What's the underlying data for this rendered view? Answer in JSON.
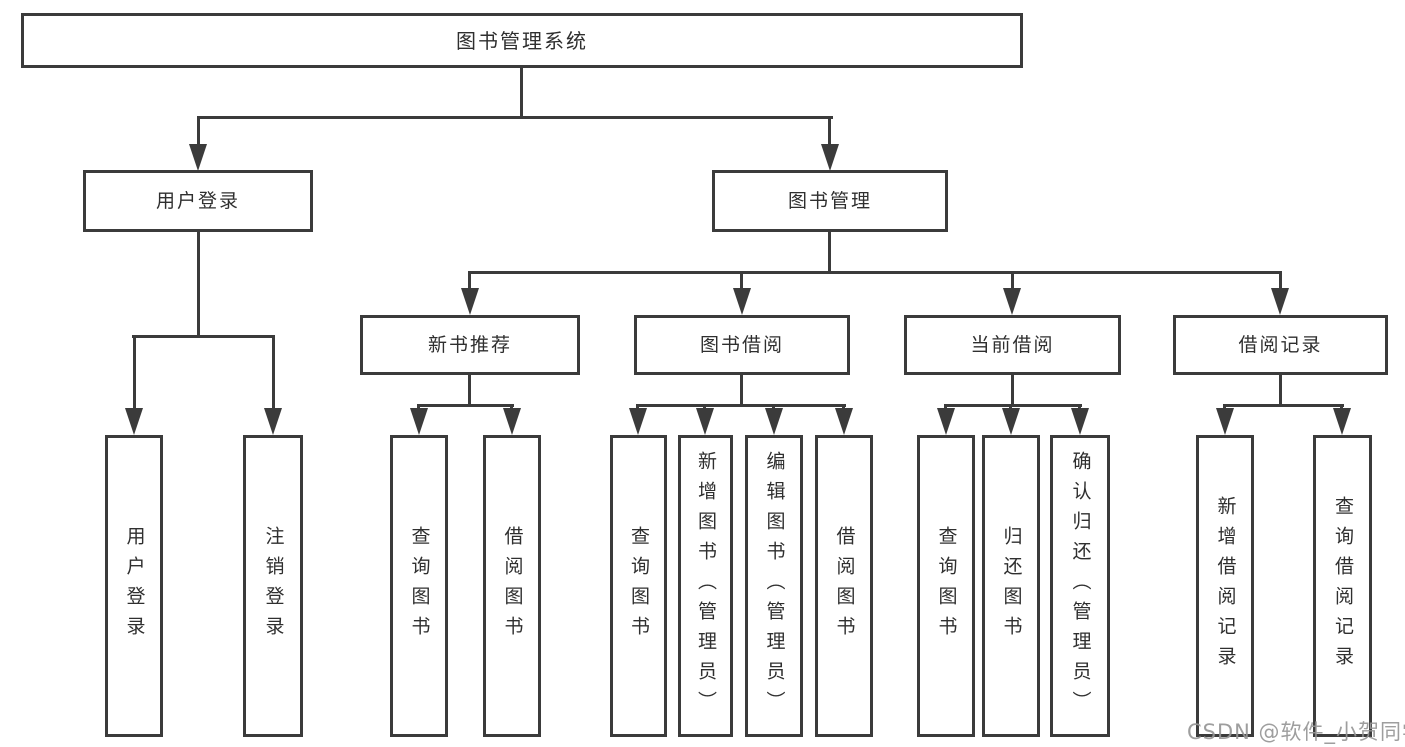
{
  "diagram": {
    "type": "hierarchy-tree",
    "root": {
      "label": "图书管理系统"
    },
    "level2": [
      {
        "label": "用户登录"
      },
      {
        "label": "图书管理"
      }
    ],
    "level3": [
      {
        "label": "新书推荐",
        "parent": "图书管理"
      },
      {
        "label": "图书借阅",
        "parent": "图书管理"
      },
      {
        "label": "当前借阅",
        "parent": "图书管理"
      },
      {
        "label": "借阅记录",
        "parent": "图书管理"
      }
    ],
    "leaves": [
      {
        "label": "用户登录",
        "parent": "用户登录"
      },
      {
        "label": "注销登录",
        "parent": "用户登录"
      },
      {
        "label": "查询图书",
        "parent": "新书推荐"
      },
      {
        "label": "借阅图书",
        "parent": "新书推荐"
      },
      {
        "label": "查询图书",
        "parent": "图书借阅"
      },
      {
        "label": "新增图书（管理员）",
        "parent": "图书借阅"
      },
      {
        "label": "编辑图书（管理员）",
        "parent": "图书借阅"
      },
      {
        "label": "借阅图书",
        "parent": "图书借阅"
      },
      {
        "label": "查询图书",
        "parent": "当前借阅"
      },
      {
        "label": "归还图书",
        "parent": "当前借阅"
      },
      {
        "label": "确认归还（管理员）",
        "parent": "当前借阅"
      },
      {
        "label": "新增借阅记录",
        "parent": "借阅记录"
      },
      {
        "label": "查询借阅记录",
        "parent": "借阅记录"
      }
    ]
  },
  "watermark": {
    "text": "CSDN @软件_小贺同学"
  },
  "colors": {
    "line": "#3b3b3b",
    "text": "#2f2f2f",
    "background": "#ffffff",
    "watermark": "#969696"
  }
}
